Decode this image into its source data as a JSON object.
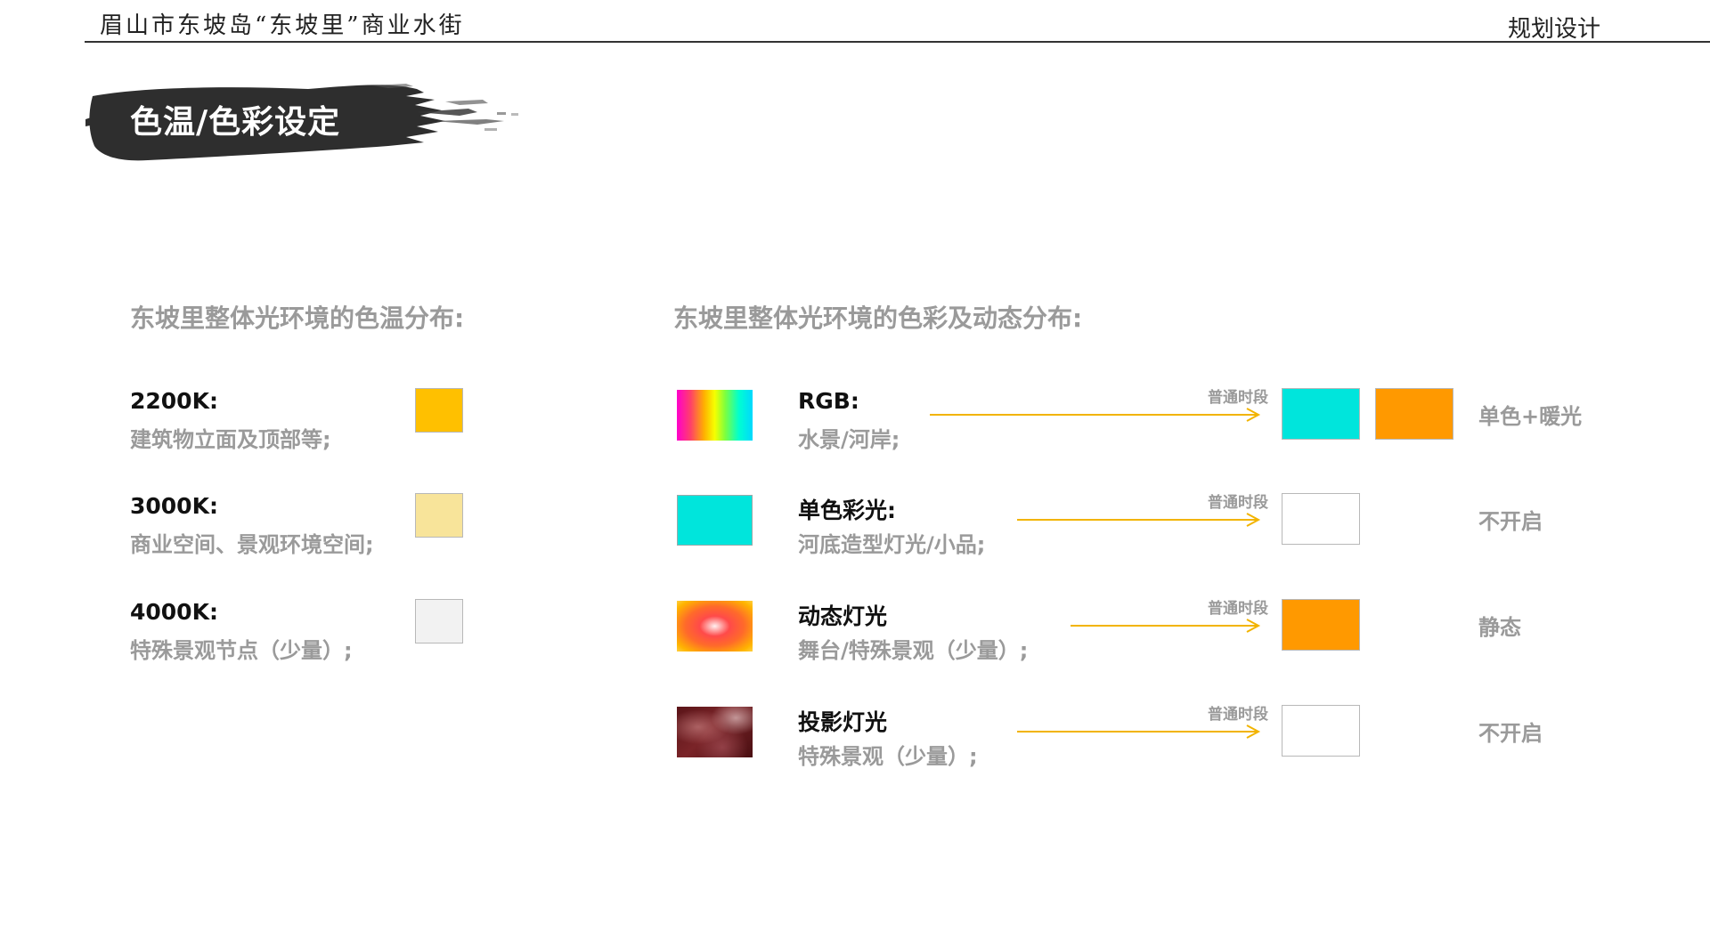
{
  "header": {
    "doc_title": "眉山市东坡岛“东坡里”商业水街",
    "section": "规划设计"
  },
  "banner": {
    "title": "色温/色彩设定"
  },
  "color_temperature": {
    "heading": "东坡里整体光环境的色温分布:",
    "rows": [
      {
        "label": "2200K:",
        "desc": "建筑物立面及顶部等;",
        "color": "#FFC000"
      },
      {
        "label": "3000K:",
        "desc": "商业空间、景观环境空间;",
        "color": "#F8E49A"
      },
      {
        "label": "4000K:",
        "desc": "特殊景观节点（少量）;",
        "color": "#F2F2F2"
      }
    ]
  },
  "color_dynamics": {
    "heading": "东坡里整体光环境的色彩及动态分布:",
    "rows": [
      {
        "label": "RGB:",
        "desc": "水景/河岸;",
        "period": "普通时段",
        "icon": "rgb-gradient-thumbnail",
        "swatches": [
          "#00E5DC",
          "#FF9900"
        ],
        "state": "单色+暖光"
      },
      {
        "label": "单色彩光:",
        "desc": "河底造型灯光/小品;",
        "period": "普通时段",
        "icon": "cyan-thumbnail",
        "thumb_color": "#00E5DC",
        "swatches": [
          "#FFFFFF"
        ],
        "state": "不开启"
      },
      {
        "label": "动态灯光",
        "desc": "舞台/特殊景观（少量）;",
        "period": "普通时段",
        "icon": "dynamic-light-thumbnail",
        "swatches": [
          "#FF9900"
        ],
        "state": "静态"
      },
      {
        "label": "投影灯光",
        "desc": "特殊景观（少量）;",
        "period": "普通时段",
        "icon": "projection-thumbnail",
        "swatches": [
          "#FFFFFF"
        ],
        "state": "不开启"
      }
    ]
  },
  "colors": {
    "arrow": "#F2B400",
    "muted_text": "#9A9A9A",
    "banner_ink": "#2E2E2E"
  }
}
